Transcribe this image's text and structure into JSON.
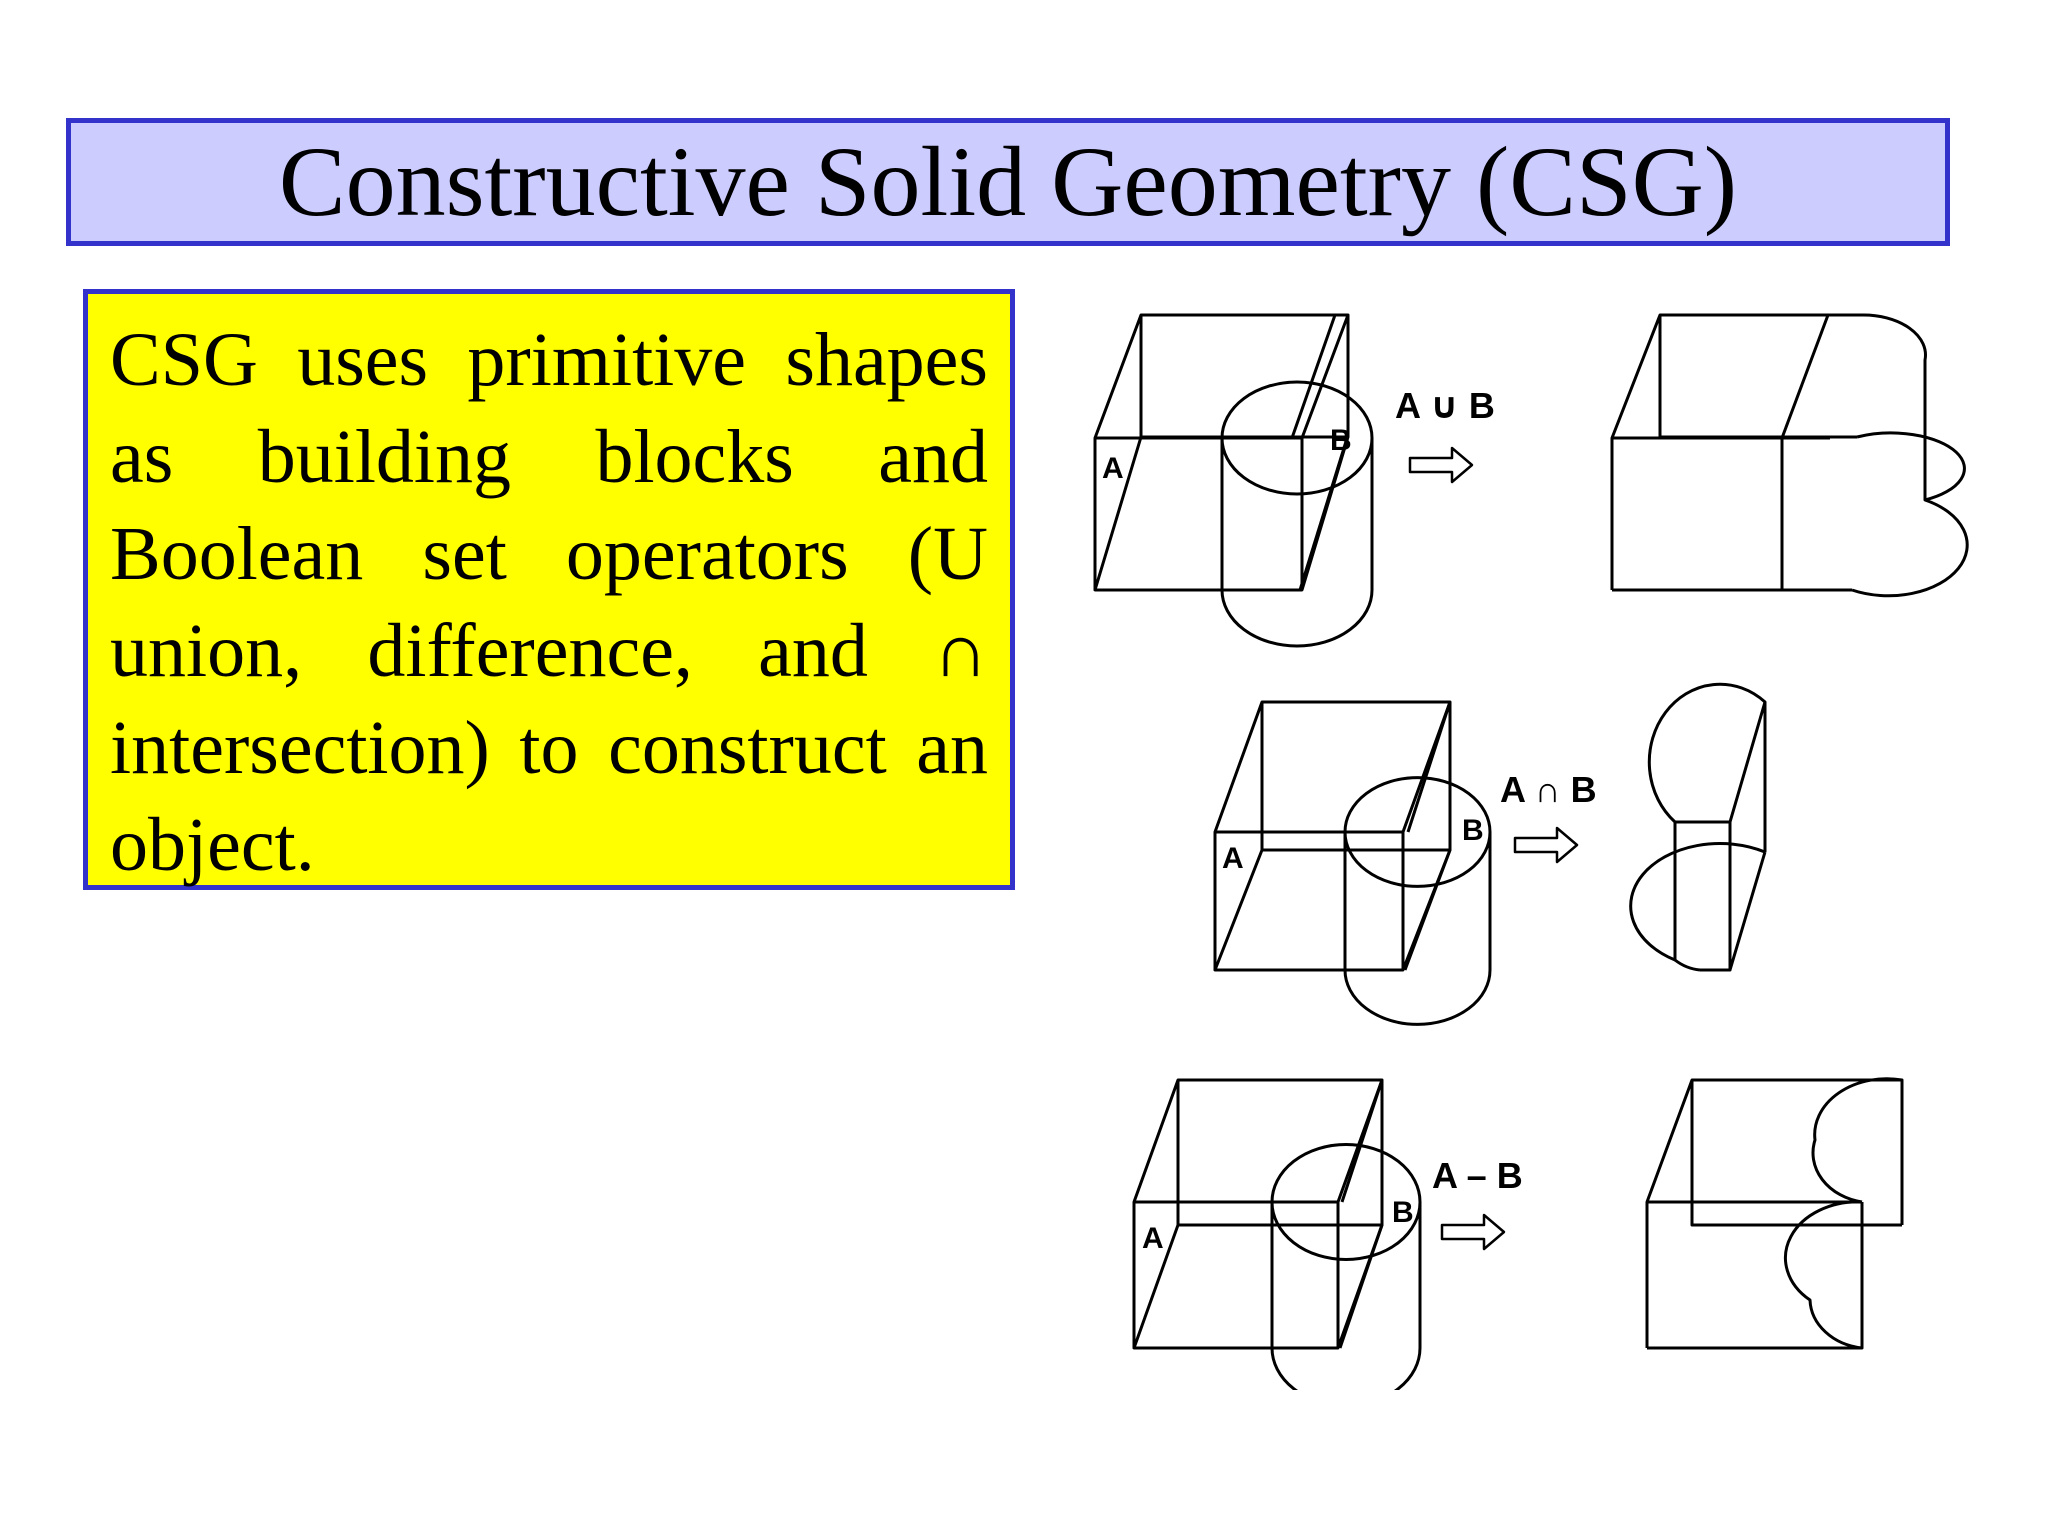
{
  "slide": {
    "title": "Constructive Solid Geometry (CSG)",
    "body": "CSG uses primitive shapes as building blocks and Boolean set operators (U union, difference, and ∩ intersection) to construct an object."
  },
  "diagram": {
    "operand_a": "A",
    "operand_b": "B",
    "operations": [
      {
        "label": "A ∪ B"
      },
      {
        "label": "A ∩ B"
      },
      {
        "label": "A – B"
      }
    ]
  }
}
